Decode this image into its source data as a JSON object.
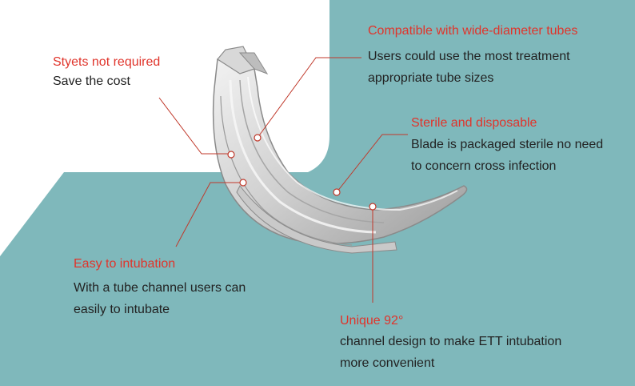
{
  "colors": {
    "panel": "#7fb8bb",
    "accent": "#e0342b",
    "leader": "#c0392b",
    "text": "#222222"
  },
  "product_image": "laryngoscope-blade",
  "callouts": [
    {
      "title": "Styets not required",
      "lines": [
        "Save the cost"
      ]
    },
    {
      "title": "Compatible with wide-diameter tubes",
      "lines": [
        "Users could use the most treatment",
        "appropriate tube sizes"
      ]
    },
    {
      "title": "Sterile and disposable",
      "lines": [
        "Blade is packaged sterile no need",
        "to concern cross infection"
      ]
    },
    {
      "title": "Easy to intubation",
      "lines": [
        "With a tube channel users can",
        "easily to intubate"
      ]
    },
    {
      "title": "Unique 92°",
      "lines": [
        "channel design to make ETT intubation",
        "more convenient"
      ]
    }
  ]
}
